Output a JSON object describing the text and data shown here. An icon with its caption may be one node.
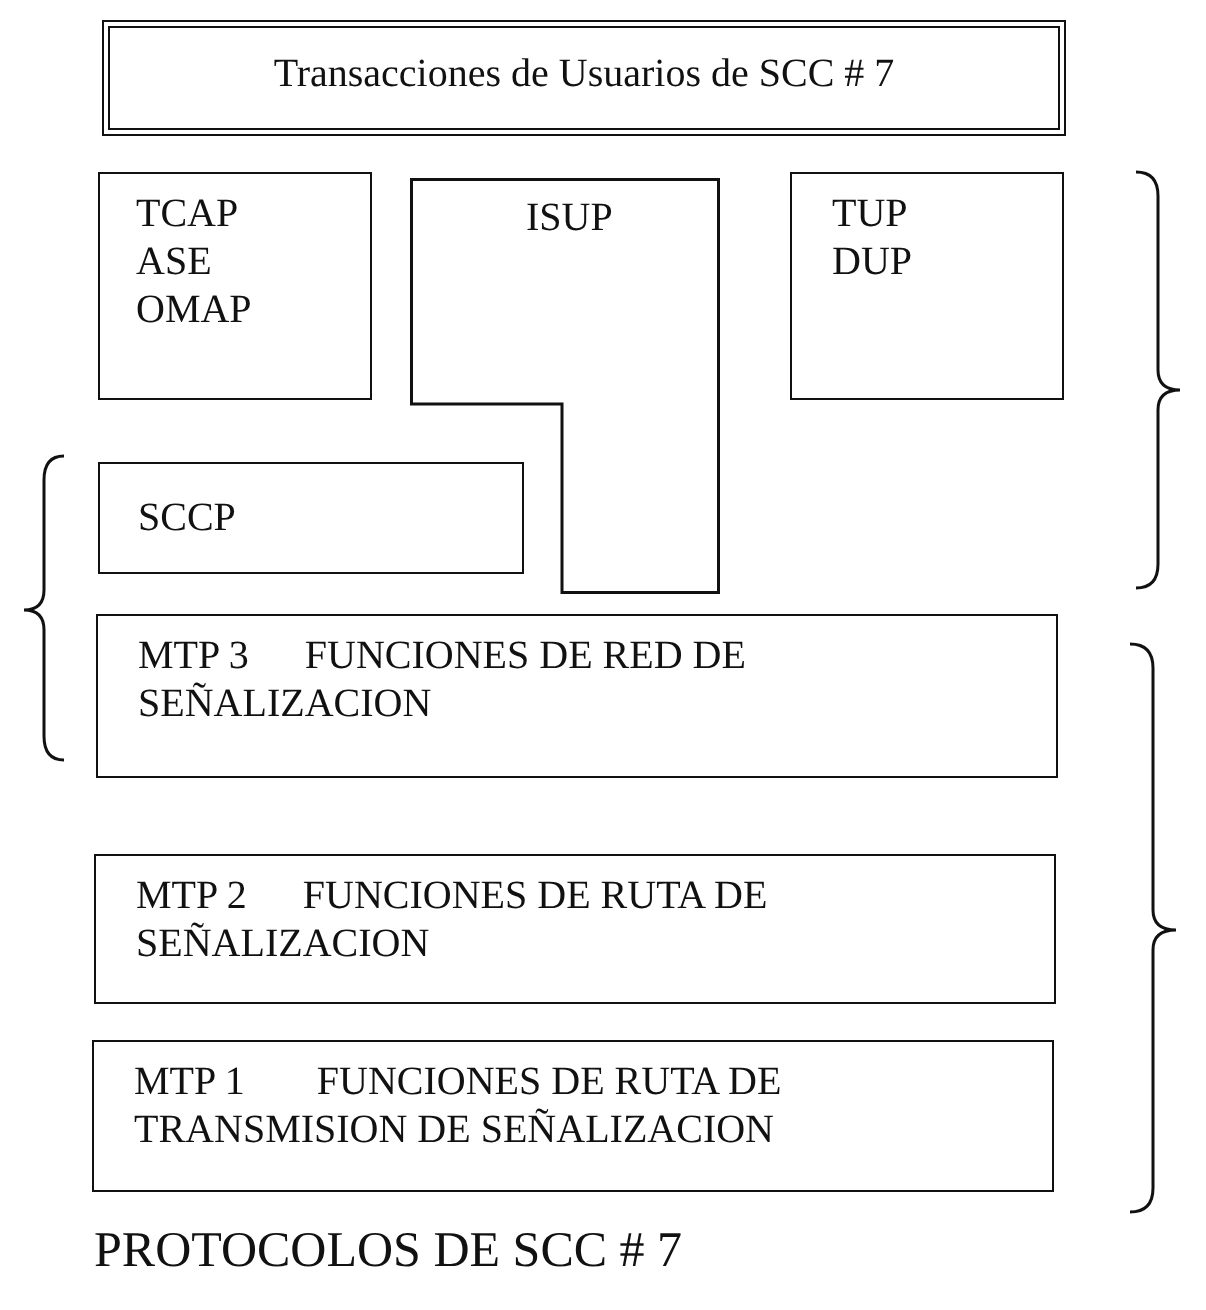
{
  "diagram": {
    "caption": "PROTOCOLOS DE SCC # 7",
    "nodes": [
      {
        "text": [
          "Transacciones de Usuarios de SCC # 7"
        ]
      },
      {
        "text": [
          "TCAP",
          "ASE",
          "OMAP"
        ]
      },
      {
        "text": [
          "ISUP"
        ]
      },
      {
        "text": [
          "TUP",
          "DUP"
        ]
      },
      {
        "text": [
          "SCCP"
        ]
      },
      {
        "text": [
          "MTP 3",
          "FUNCIONES DE RED DE SEÑALIZACION"
        ]
      },
      {
        "text": [
          "MTP 2",
          "FUNCIONES DE RUTA DE SEÑALIZACION"
        ]
      },
      {
        "text": [
          "MTP 1",
          "FUNCIONES DE RUTA DE TRANSMISION DE SEÑALIZACION"
        ]
      }
    ]
  }
}
